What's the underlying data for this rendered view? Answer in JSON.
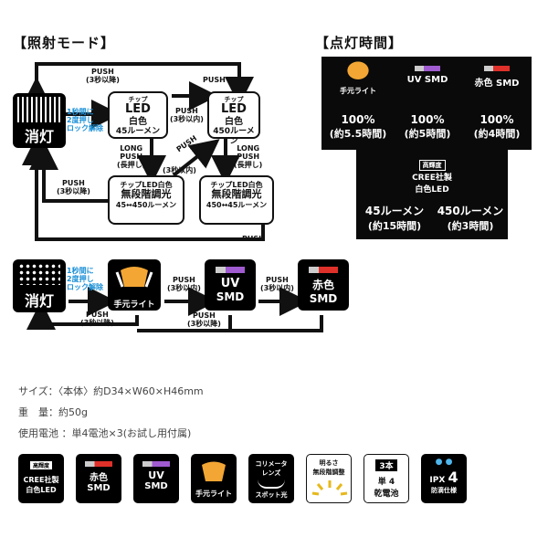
{
  "titles": {
    "mode": "【照射モード】",
    "time": "【点灯時間】"
  },
  "flow1": {
    "off_label": "消灯",
    "lock_note": [
      "1秒間に",
      "2度押し",
      "ロック解除"
    ],
    "box_a": {
      "line1": "チップ",
      "line2": "LED",
      "line3": "白色",
      "line4": "45ルーメン"
    },
    "box_b": {
      "line1": "チップ",
      "line2": "LED",
      "line3": "白色",
      "line4": "450ルーメン"
    },
    "box_c": {
      "line1": "チップLED白色",
      "line2": "無段階調光",
      "line3": "45↔450ルーメン"
    },
    "box_d": {
      "line1": "チップLED白色",
      "line2": "無段階調光",
      "line3": "450↔45ルーメン"
    },
    "push_top": [
      "PUSH",
      "(3秒以降)"
    ],
    "push_top_right": "PUSH",
    "push_ab": [
      "PUSH",
      "(3秒以内)"
    ],
    "push_mid": "PUSH",
    "push_mid_sub": "(3秒以内)",
    "long_push_a": [
      "LONG",
      "PUSH",
      "(長押し)"
    ],
    "long_push_b": [
      "LONG",
      "PUSH",
      "(長押し)"
    ],
    "push_left": [
      "PUSH",
      "(3秒以降)"
    ],
    "push_bottom": "PUSH"
  },
  "flow2": {
    "off_label": "消灯",
    "lock_note": [
      "1秒間に",
      "2度押し",
      "ロック解除"
    ],
    "hand_label": "手元ライト",
    "uv_label": [
      "UV",
      "SMD"
    ],
    "red_label": [
      "赤色",
      "SMD"
    ],
    "push_1": [
      "PUSH",
      "(3秒以内)"
    ],
    "push_2": [
      "PUSH",
      "(3秒以内)"
    ],
    "push_b1": [
      "PUSH",
      "(3秒以降)"
    ],
    "push_b2": [
      "PUSH",
      "(3秒以降)"
    ]
  },
  "times": {
    "cols": [
      {
        "name": "手元ライト",
        "pct": "100%",
        "time": "(約5.5時間)"
      },
      {
        "name": "UV SMD",
        "pct": "100%",
        "time": "(約5時間)"
      },
      {
        "name": "赤色 SMD",
        "pct": "100%",
        "time": "(約4時間)"
      }
    ],
    "cree": {
      "badge": "高輝度",
      "line1": "CREE社製",
      "line2": "白色LED"
    },
    "low": {
      "lm": "45ルーメン",
      "time": "(約15時間)"
    },
    "high": {
      "lm": "450ルーメン",
      "time": "(約3時間)"
    }
  },
  "specs": [
    "サイズ：〈本体〉約D34×W60×H46mm",
    "重　量：約50g",
    "使用電池 ：単4電池×3(お試し用付属)"
  ],
  "icons": [
    {
      "badge": "高輝度",
      "l1": "CREE社製",
      "l2": "白色LED"
    },
    {
      "l1": "赤色",
      "l2": "SMD"
    },
    {
      "l1": "UV",
      "l2": "SMD"
    },
    {
      "l1": "手元ライト"
    },
    {
      "l1": "コリメータ",
      "l2": "レンズ",
      "l3": "スポット光"
    },
    {
      "l1": "明るさ",
      "l2": "無段階調整"
    },
    {
      "l1": "3本",
      "l2": "単 4",
      "l3": "乾電池"
    },
    {
      "l1": "IPX",
      "l2": "4",
      "l3": "防滴仕様"
    }
  ],
  "colors": {
    "accent_blue": "#1a8fd6",
    "uv_purple": "#a05bd0",
    "red": "#e0302a",
    "hand_orange": "#f3a634"
  }
}
